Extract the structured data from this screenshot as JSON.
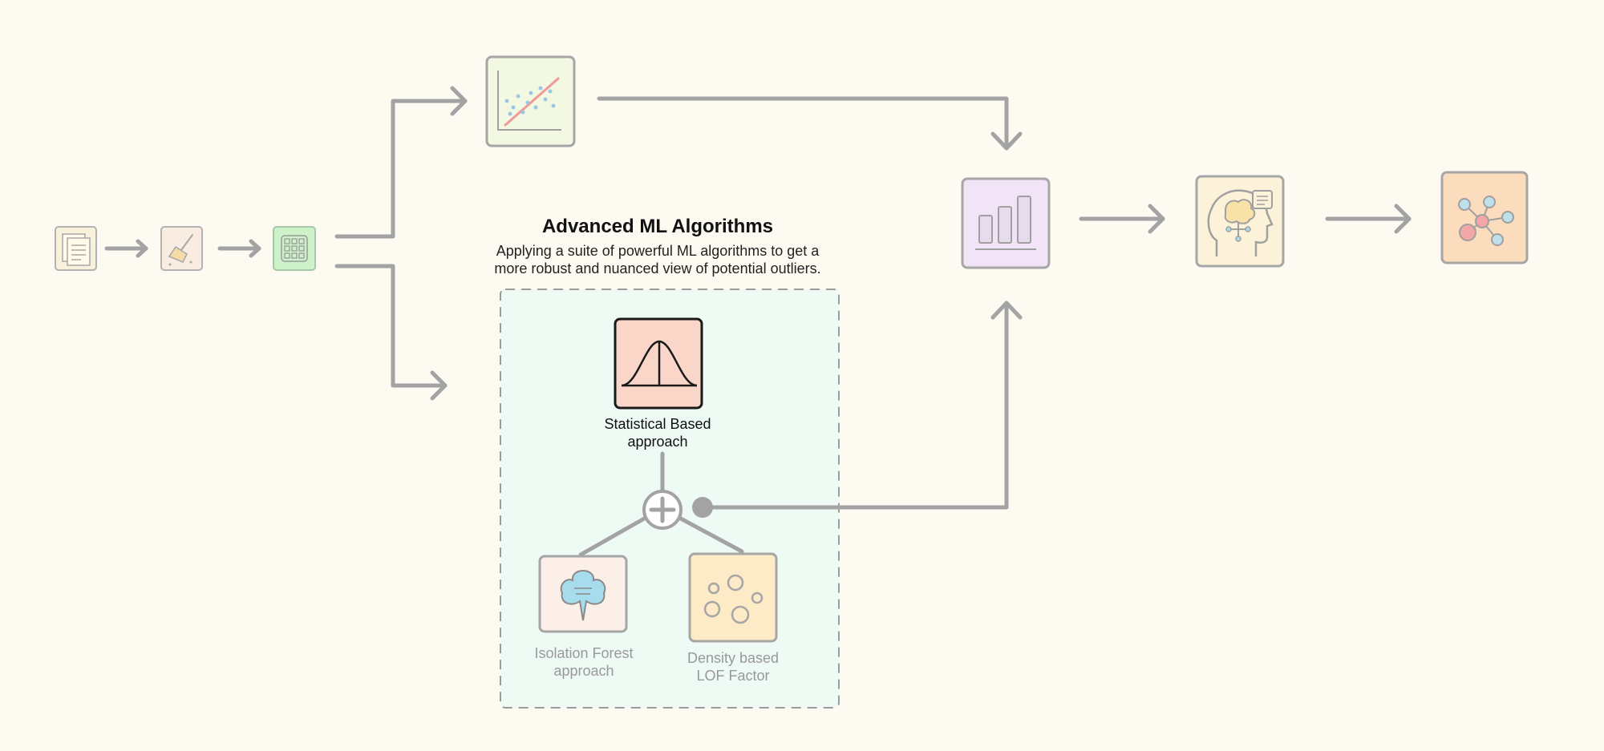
{
  "ml_section": {
    "title": "Advanced ML Algorithms",
    "description_line1": "Applying a suite of powerful ML algorithms to get a",
    "description_line2": "more robust and nuanced view of potential outliers."
  },
  "nodes": {
    "statistical": {
      "label_line1": "Statistical Based",
      "label_line2": "approach"
    },
    "isolation_forest": {
      "label_line1": "Isolation Forest",
      "label_line2": "approach"
    },
    "lof": {
      "label_line1": "Density based",
      "label_line2": "LOF Factor"
    }
  },
  "icons": [
    "document-stack-icon",
    "cleaning-broom-icon",
    "data-grid-icon",
    "scatter-regression-icon",
    "bell-curve-icon",
    "isolation-tree-icon",
    "density-circles-icon",
    "bar-chart-icon",
    "brain-head-icon",
    "network-graph-icon"
  ],
  "colors": {
    "background": "#fdfaf2",
    "connector": "#a3a3a3",
    "ml_panel": "#eefaf4",
    "doc_tile": "#f8f1dc",
    "broom_tile": "#f9ece0",
    "grid_tile": "#cdf2c9",
    "scatter_tile": "#f3f8e3",
    "bellcurve_tile": "#fad6c9",
    "isolation_tile": "#fbefe8",
    "lof_tile": "#fcebc6",
    "bars_tile": "#f1e4f6",
    "brain_tile": "#fbf2d9",
    "network_tile": "#fbdcbd"
  }
}
